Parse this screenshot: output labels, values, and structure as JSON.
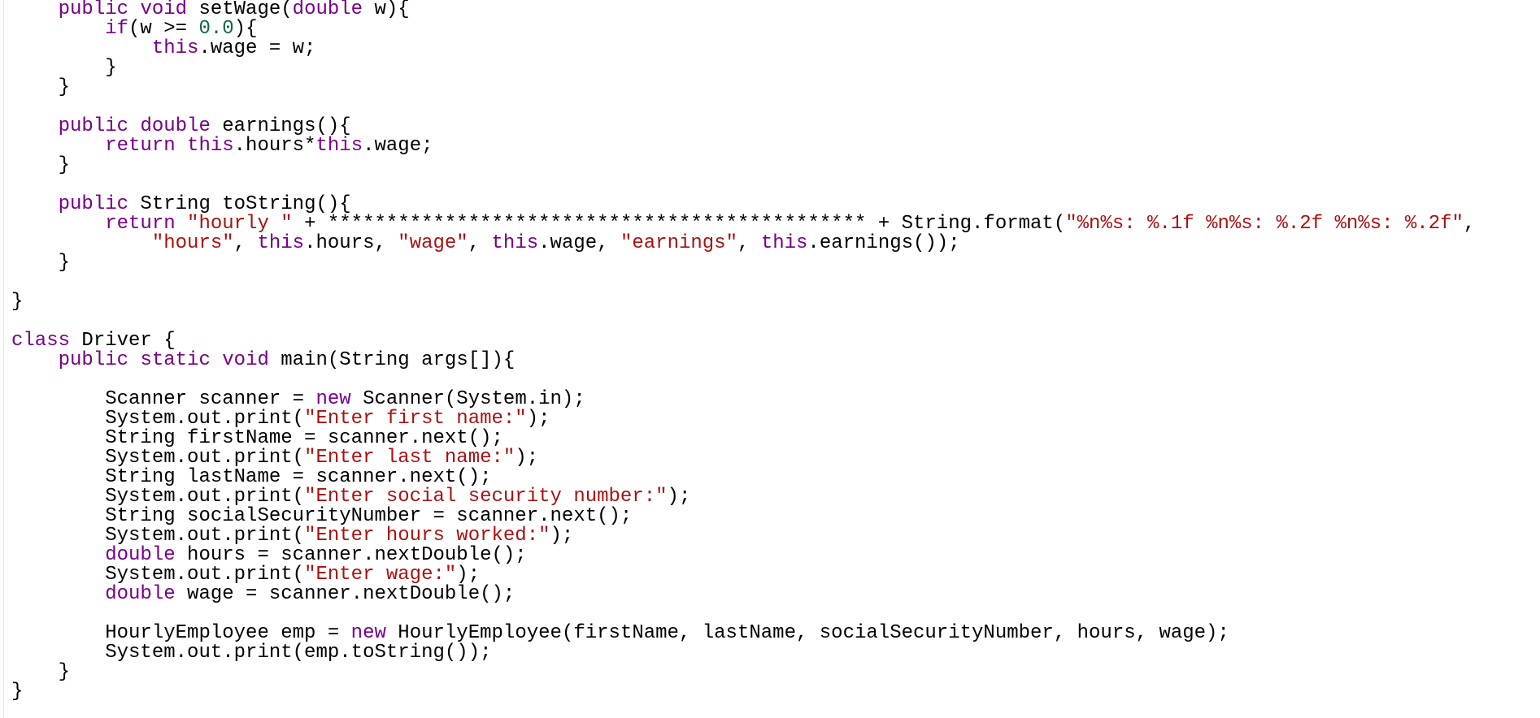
{
  "colors": {
    "background": "#ffffff",
    "keyword": "#770088",
    "string": "#aa1111",
    "number": "#116644",
    "plain": "#000000"
  },
  "code": {
    "lines": [
      [
        {
          "t": "pl",
          "v": "    "
        },
        {
          "t": "kw",
          "v": "public"
        },
        {
          "t": "pl",
          "v": " "
        },
        {
          "t": "kw",
          "v": "void"
        },
        {
          "t": "pl",
          "v": " setWage("
        },
        {
          "t": "kw",
          "v": "double"
        },
        {
          "t": "pl",
          "v": " w){"
        }
      ],
      [
        {
          "t": "pl",
          "v": "        "
        },
        {
          "t": "kw",
          "v": "if"
        },
        {
          "t": "pl",
          "v": "(w >= "
        },
        {
          "t": "num",
          "v": "0.0"
        },
        {
          "t": "pl",
          "v": "){"
        }
      ],
      [
        {
          "t": "pl",
          "v": "            "
        },
        {
          "t": "kw",
          "v": "this"
        },
        {
          "t": "pl",
          "v": ".wage = w;"
        }
      ],
      [
        {
          "t": "pl",
          "v": "        }"
        }
      ],
      [
        {
          "t": "pl",
          "v": "    }"
        }
      ],
      [],
      [
        {
          "t": "pl",
          "v": "    "
        },
        {
          "t": "kw",
          "v": "public"
        },
        {
          "t": "pl",
          "v": " "
        },
        {
          "t": "kw",
          "v": "double"
        },
        {
          "t": "pl",
          "v": " earnings(){"
        }
      ],
      [
        {
          "t": "pl",
          "v": "        "
        },
        {
          "t": "kw",
          "v": "return"
        },
        {
          "t": "pl",
          "v": " "
        },
        {
          "t": "kw",
          "v": "this"
        },
        {
          "t": "pl",
          "v": ".hours*"
        },
        {
          "t": "kw",
          "v": "this"
        },
        {
          "t": "pl",
          "v": ".wage;"
        }
      ],
      [
        {
          "t": "pl",
          "v": "    }"
        }
      ],
      [],
      [
        {
          "t": "pl",
          "v": "    "
        },
        {
          "t": "kw",
          "v": "public"
        },
        {
          "t": "pl",
          "v": " String toString(){"
        }
      ],
      [
        {
          "t": "pl",
          "v": "        "
        },
        {
          "t": "kw",
          "v": "return"
        },
        {
          "t": "pl",
          "v": " "
        },
        {
          "t": "str",
          "v": "\"hourly \""
        },
        {
          "t": "pl",
          "v": " + ********************************************** + String.format("
        },
        {
          "t": "str",
          "v": "\"%n%s: %.1f %n%s: %.2f %n%s: %.2f\""
        },
        {
          "t": "pl",
          "v": ","
        }
      ],
      [
        {
          "t": "pl",
          "v": "            "
        },
        {
          "t": "str",
          "v": "\"hours\""
        },
        {
          "t": "pl",
          "v": ", "
        },
        {
          "t": "kw",
          "v": "this"
        },
        {
          "t": "pl",
          "v": ".hours, "
        },
        {
          "t": "str",
          "v": "\"wage\""
        },
        {
          "t": "pl",
          "v": ", "
        },
        {
          "t": "kw",
          "v": "this"
        },
        {
          "t": "pl",
          "v": ".wage, "
        },
        {
          "t": "str",
          "v": "\"earnings\""
        },
        {
          "t": "pl",
          "v": ", "
        },
        {
          "t": "kw",
          "v": "this"
        },
        {
          "t": "pl",
          "v": ".earnings());"
        }
      ],
      [
        {
          "t": "pl",
          "v": "    }"
        }
      ],
      [],
      [
        {
          "t": "pl",
          "v": "}"
        }
      ],
      [],
      [
        {
          "t": "kw",
          "v": "class"
        },
        {
          "t": "pl",
          "v": " Driver {"
        }
      ],
      [
        {
          "t": "pl",
          "v": "    "
        },
        {
          "t": "kw",
          "v": "public"
        },
        {
          "t": "pl",
          "v": " "
        },
        {
          "t": "kw",
          "v": "static"
        },
        {
          "t": "pl",
          "v": " "
        },
        {
          "t": "kw",
          "v": "void"
        },
        {
          "t": "pl",
          "v": " main(String args[]){"
        }
      ],
      [],
      [
        {
          "t": "pl",
          "v": "        Scanner scanner = "
        },
        {
          "t": "kw",
          "v": "new"
        },
        {
          "t": "pl",
          "v": " Scanner(System.in);"
        }
      ],
      [
        {
          "t": "pl",
          "v": "        System.out.print("
        },
        {
          "t": "str",
          "v": "\"Enter first name:\""
        },
        {
          "t": "pl",
          "v": ");"
        }
      ],
      [
        {
          "t": "pl",
          "v": "        String firstName = scanner.next();"
        }
      ],
      [
        {
          "t": "pl",
          "v": "        System.out.print("
        },
        {
          "t": "str",
          "v": "\"Enter last name:\""
        },
        {
          "t": "pl",
          "v": ");"
        }
      ],
      [
        {
          "t": "pl",
          "v": "        String lastName = scanner.next();"
        }
      ],
      [
        {
          "t": "pl",
          "v": "        System.out.print("
        },
        {
          "t": "str",
          "v": "\"Enter social security number:\""
        },
        {
          "t": "pl",
          "v": ");"
        }
      ],
      [
        {
          "t": "pl",
          "v": "        String socialSecurityNumber = scanner.next();"
        }
      ],
      [
        {
          "t": "pl",
          "v": "        System.out.print("
        },
        {
          "t": "str",
          "v": "\"Enter hours worked:\""
        },
        {
          "t": "pl",
          "v": ");"
        }
      ],
      [
        {
          "t": "pl",
          "v": "        "
        },
        {
          "t": "kw",
          "v": "double"
        },
        {
          "t": "pl",
          "v": " hours = scanner.nextDouble();"
        }
      ],
      [
        {
          "t": "pl",
          "v": "        System.out.print("
        },
        {
          "t": "str",
          "v": "\"Enter wage:\""
        },
        {
          "t": "pl",
          "v": ");"
        }
      ],
      [
        {
          "t": "pl",
          "v": "        "
        },
        {
          "t": "kw",
          "v": "double"
        },
        {
          "t": "pl",
          "v": " wage = scanner.nextDouble();"
        }
      ],
      [],
      [
        {
          "t": "pl",
          "v": "        HourlyEmployee emp = "
        },
        {
          "t": "kw",
          "v": "new"
        },
        {
          "t": "pl",
          "v": " HourlyEmployee(firstName, lastName, socialSecurityNumber, hours, wage);"
        }
      ],
      [
        {
          "t": "pl",
          "v": "        System.out.print(emp.toString());"
        }
      ],
      [
        {
          "t": "pl",
          "v": "    }"
        }
      ],
      [
        {
          "t": "pl",
          "v": "}"
        }
      ]
    ]
  }
}
